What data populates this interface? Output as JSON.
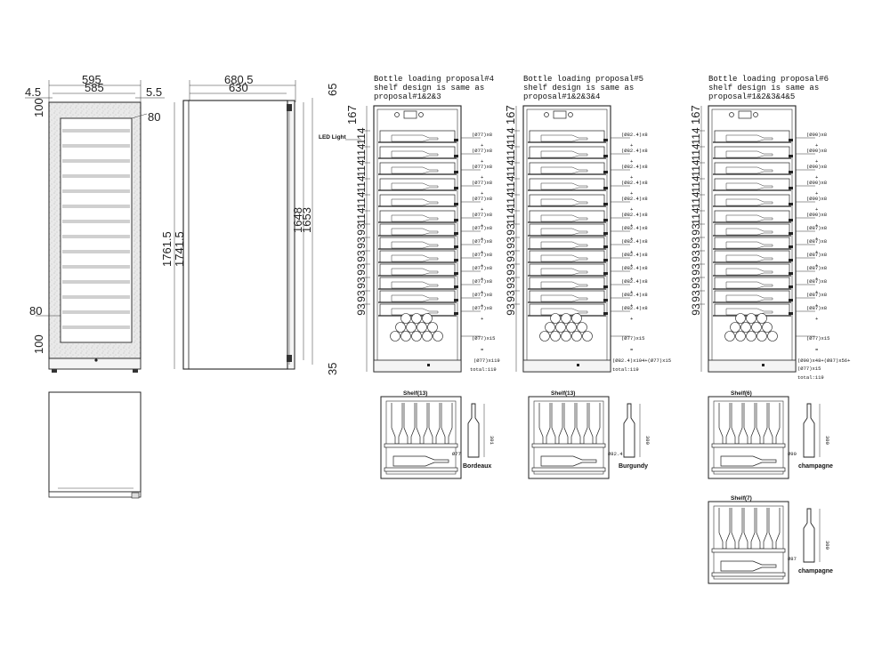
{
  "front_view": {
    "dims": {
      "w_outer": "595",
      "w_inner": "585",
      "left_gap": "4.5",
      "right_gap": "5.5",
      "top_frame": "100",
      "top_inset": "80",
      "mid_inset": "80",
      "bottom_frame": "100",
      "h_outer": "1761.5",
      "h_inner": "1741.5"
    }
  },
  "side_view": {
    "dims": {
      "depth_outer": "680.5",
      "depth_inner": "630",
      "h_a": "1648",
      "h_b": "1653"
    }
  },
  "proposals": [
    {
      "title": "Bottle loading proposal#4",
      "line2": "shelf design is same as",
      "line3": "proposal#1&2&3",
      "left_dims": {
        "top": "65",
        "led": "LED Light",
        "shelf_gap_top": "167",
        "bottom": "35"
      },
      "spacings": [
        "114",
        "114",
        "114",
        "114",
        "114",
        "114",
        "93",
        "93",
        "93",
        "93",
        "93",
        "93",
        "93"
      ],
      "shelf_labels": [
        "(Ø77)x8",
        "(Ø77)x8",
        "(Ø77)x8",
        "(Ø77)x8",
        "(Ø77)x8",
        "(Ø77)x8",
        "(Ø77)x8",
        "(Ø77)x8",
        "(Ø77)x8",
        "(Ø77)x8",
        "(Ø77)x8",
        "(Ø77)x8",
        "(Ø77)x8"
      ],
      "bottom_label": "(Ø77)x15",
      "eq": "=",
      "plus": "+",
      "formula": "(Ø77)x119",
      "total": "total:119"
    },
    {
      "title": "Bottle loading proposal#5",
      "line2": "shelf design is same as",
      "line3": "proposal#1&2&3&4",
      "spacings": [
        "114",
        "114",
        "114",
        "114",
        "114",
        "114",
        "93",
        "93",
        "93",
        "93",
        "93",
        "93",
        "93"
      ],
      "shelf_labels": [
        "(Ø82.4)x8",
        "(Ø82.4)x8",
        "(Ø82.4)x8",
        "(Ø82.4)x8",
        "(Ø82.4)x8",
        "(Ø82.4)x8",
        "(Ø82.4)x8",
        "(Ø82.4)x8",
        "(Ø82.4)x8",
        "(Ø82.4)x8",
        "(Ø82.4)x8",
        "(Ø82.4)x8",
        "(Ø82.4)x8"
      ],
      "bottom_label": "(Ø77)x15",
      "eq": "=",
      "plus": "+",
      "formula": "(Ø82.4)x104+(Ø77)x15",
      "total": "total:119"
    },
    {
      "title": "Bottle loading proposal#6",
      "line2": "shelf design is same as",
      "line3": "proposal#1&2&3&4&5",
      "spacings": [
        "114",
        "114",
        "114",
        "114",
        "114",
        "114",
        "93",
        "93",
        "93",
        "93",
        "93",
        "93",
        "93"
      ],
      "shelf_labels": [
        "(Ø90)x8",
        "(Ø90)x8",
        "(Ø90)x8",
        "(Ø90)x8",
        "(Ø90)x8",
        "(Ø90)x8",
        "(Ø87)x8",
        "(Ø87)x8",
        "(Ø87)x8",
        "(Ø87)x8",
        "(Ø87)x8",
        "(Ø87)x8",
        "(Ø87)x8"
      ],
      "bottom_label": "(Ø77)x15",
      "eq": "=",
      "plus": "+",
      "formula": "(Ø90)x48+(Ø87)x56+",
      "formula2": "(Ø77)x15",
      "total": "total:119"
    }
  ],
  "details": [
    {
      "shelf": "Shelf(13)",
      "height": "301",
      "diameter": "Ø77",
      "bottle": "Bordeaux"
    },
    {
      "shelf": "Shelf(13)",
      "height": "300",
      "diameter": "Ø82.4",
      "bottle": "Burgundy"
    },
    {
      "shelf": "Shelf(6)",
      "height": "300",
      "diameter": "Ø90",
      "bottle": "champagne"
    },
    {
      "shelf": "Shelf(7)",
      "height": "300",
      "diameter": "Ø87",
      "bottle": "champagne"
    }
  ]
}
